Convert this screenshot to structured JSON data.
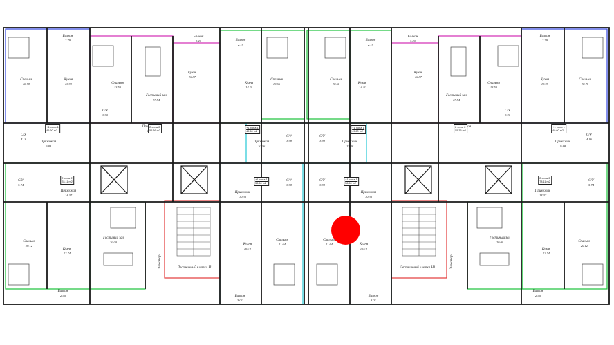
{
  "colors": {
    "wall": "#1a1a1a",
    "unit_magenta": "#d22bb4",
    "unit_green": "#19c23a",
    "unit_cyan": "#24c9d6",
    "unit_red": "#e23a3a",
    "unit_blue": "#3346e0",
    "marker": "#ff0000"
  },
  "rooms": [
    {
      "name": "Балкон",
      "area": "2.79"
    },
    {
      "name": "Спальня",
      "area": "18.78"
    },
    {
      "name": "Кухня",
      "area": "13.99"
    },
    {
      "name": "Спальня",
      "area": "13.50"
    },
    {
      "name": "Гостиный зал",
      "area": "17.54"
    },
    {
      "name": "Балкон",
      "area": "3.20"
    },
    {
      "name": "Кухня",
      "area": "10.87"
    },
    {
      "name": "Балкон",
      "area": "2.79"
    },
    {
      "name": "Кухня",
      "area": "14.11"
    },
    {
      "name": "Спальня",
      "area": "18.66"
    },
    {
      "name": "Спальня",
      "area": "18.66"
    },
    {
      "name": "Кухня",
      "area": "14.11"
    },
    {
      "name": "Балкон",
      "area": "2.79"
    },
    {
      "name": "Балкон",
      "area": "3.20"
    },
    {
      "name": "Кухня",
      "area": "10.87"
    },
    {
      "name": "Гостиный зал",
      "area": "17.54"
    },
    {
      "name": "Спальня",
      "area": "13.50"
    },
    {
      "name": "Кухня",
      "area": "13.99"
    },
    {
      "name": "Балкон",
      "area": "2.79"
    },
    {
      "name": "Спальня",
      "area": "18.78"
    },
    {
      "name": "С/У",
      "area": "3.90"
    },
    {
      "name": "С/У",
      "area": "3.90"
    },
    {
      "name": "Прихожая",
      "area": "6.19"
    },
    {
      "name": "Прихожая",
      "area": "6.19"
    },
    {
      "name": "С/У",
      "area": "4.16"
    },
    {
      "name": "Прихожая",
      "area": "9.88"
    },
    {
      "name": "Прихожая",
      "area": "10.36"
    },
    {
      "name": "С/У",
      "area": "3.98"
    },
    {
      "name": "С/У",
      "area": "3.98"
    },
    {
      "name": "Прихожая",
      "area": "10.36"
    },
    {
      "name": "Прихожая",
      "area": "9.88"
    },
    {
      "name": "С/У",
      "area": "4.16"
    },
    {
      "name": "С/У",
      "area": "5.74"
    },
    {
      "name": "Прихожая",
      "area": "14.37"
    },
    {
      "name": "Прихожая",
      "area": "10.36"
    },
    {
      "name": "С/У",
      "area": "3.98"
    },
    {
      "name": "С/У",
      "area": "3.98"
    },
    {
      "name": "Прихожая",
      "area": "10.36"
    },
    {
      "name": "Прихожая",
      "area": "14.37"
    },
    {
      "name": "С/У",
      "area": "5.74"
    },
    {
      "name": "Спальня",
      "area": "20.12"
    },
    {
      "name": "Кухня",
      "area": "12.74"
    },
    {
      "name": "Гостиный зал",
      "area": "20.00"
    },
    {
      "name": "Кухня",
      "area": "16.79"
    },
    {
      "name": "Спальня",
      "area": "21.64"
    },
    {
      "name": "Спальня",
      "area": "21.64"
    },
    {
      "name": "Кухня",
      "area": "16.79"
    },
    {
      "name": "Гостиный зал",
      "area": "20.00"
    },
    {
      "name": "Кухня",
      "area": "12.74"
    },
    {
      "name": "Спальня",
      "area": "20.12"
    },
    {
      "name": "Балкон",
      "area": "2.54"
    },
    {
      "name": "Балкон",
      "area": "3.01"
    },
    {
      "name": "Балкон",
      "area": "3.01"
    },
    {
      "name": "Балкон",
      "area": "2.54"
    }
  ],
  "unit_tags": [
    {
      "rooms": "2 xona 2",
      "area": "55.36 m2"
    },
    {
      "rooms": "2 xona 2",
      "area": "55.36 m2"
    },
    {
      "rooms": "+1 xona 1",
      "area": "49.60 m2"
    },
    {
      "rooms": "+1 xona 1",
      "area": "49.60 m2"
    },
    {
      "rooms": "+1 xona 1",
      "area": "49.60 m2"
    },
    {
      "rooms": "+1 xona 1",
      "area": "49.60 m2"
    },
    {
      "rooms": "+1 xona 1",
      "area": "58.60 m2"
    },
    {
      "rooms": "+1 xona 1",
      "area": "58.60 m2"
    },
    {
      "rooms": "2 xona 2",
      "area": "78.11 m2"
    },
    {
      "rooms": "2 xona 2",
      "area": "78.11 m2"
    }
  ],
  "stairwells": [
    {
      "name": "Лестничный клетка Н1",
      "label": "Элеватор"
    },
    {
      "name": "Лестничный клетка Н1",
      "label": "Элеватор"
    }
  ]
}
